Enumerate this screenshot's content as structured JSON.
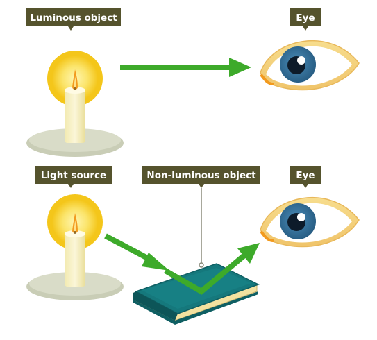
{
  "labels": {
    "luminous_object": "Luminous object",
    "eye_top": "Eye",
    "light_source": "Light source",
    "non_luminous_object": "Non-luminous object",
    "eye_bottom": "Eye"
  },
  "colors": {
    "label_bg": "#55532d",
    "arrow": "#3daa2a",
    "flame_glow": "#f7d21c",
    "flame_halo": "#f9e27a",
    "candle": "#f7f1c2",
    "candle_holder": "#c9cdb6",
    "book_cover": "#15787c",
    "book_pages": "#f3e2a0",
    "iris": "#2f6e9a",
    "eye_outline": "#f6d68a"
  },
  "icons": [
    "candle-icon",
    "eye-icon",
    "book-icon",
    "arrow-icon"
  ]
}
